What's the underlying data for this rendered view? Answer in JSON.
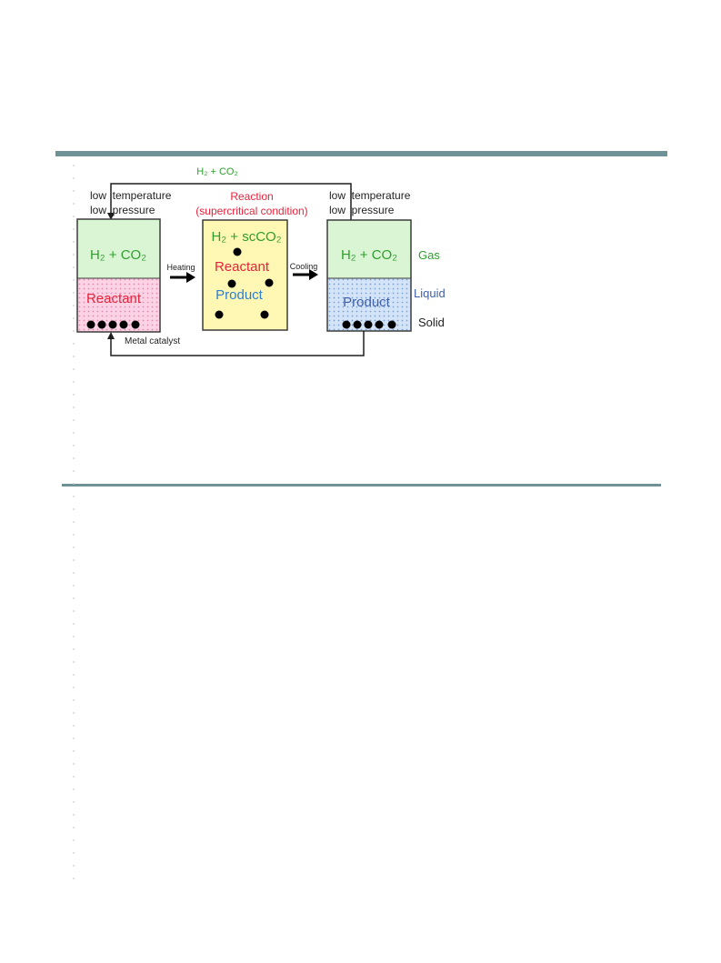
{
  "diagram": {
    "recycle_gas_label": "H₂ + CO₂",
    "left_conditions": {
      "line1": "low  temperature",
      "line2": "low  pressure"
    },
    "right_conditions": {
      "line1": "low  temperature",
      "line2": "low  pressure"
    },
    "reaction_title": {
      "line1": "Reaction",
      "line2": "(supercritical condition)"
    },
    "left_vessel": {
      "gas_label": "H₂ + CO₂",
      "liquid_label": "Reactant"
    },
    "middle_vessel": {
      "gas_label": "H₂ + scCO₂",
      "reactant_label": "Reactant",
      "product_label": "Product"
    },
    "right_vessel": {
      "gas_label": "H₂ + CO₂",
      "liquid_label": "Product"
    },
    "arrow_heating": "Heating",
    "arrow_cooling": "Cooling",
    "phase_labels": {
      "gas": "Gas",
      "liquid": "Liquid",
      "solid": "Solid"
    },
    "catalyst_label": "Metal catalyst",
    "colors": {
      "gas_fill": "#d9f5d3",
      "reactant_fill": "#f9c6dc",
      "reaction_fill": "#fff7b3",
      "product_fill": "#c8dcf5",
      "frame_line": "#3c3c3c",
      "rule": "#6f9296"
    }
  }
}
